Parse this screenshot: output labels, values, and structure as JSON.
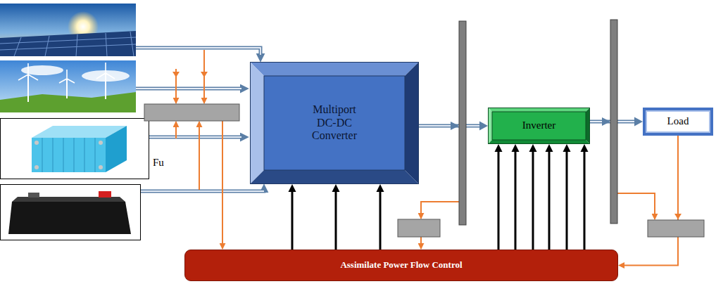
{
  "diagram": {
    "nodes": [
      {
        "text": [
          "Multiport DC-DC Converter"
        ]
      },
      {
        "text": [
          "Inverter"
        ]
      },
      {
        "text": [
          "Load"
        ]
      },
      {
        "text": [
          "Assimilate Power Flow Control"
        ]
      }
    ],
    "edges": [
      {
        "from": 0,
        "to": 1,
        "arrow": "to"
      },
      {
        "from": 1,
        "to": 2,
        "arrow": "to"
      },
      {
        "from": 3,
        "to": 0,
        "arrow": "to"
      },
      {
        "from": 3,
        "to": 0,
        "arrow": "to"
      },
      {
        "from": 3,
        "to": 0,
        "arrow": "to"
      },
      {
        "from": 3,
        "to": 1,
        "arrow": "to"
      },
      {
        "from": 3,
        "to": 1,
        "arrow": "to"
      },
      {
        "from": 3,
        "to": 1,
        "arrow": "to"
      },
      {
        "from": 3,
        "to": 1,
        "arrow": "to"
      },
      {
        "from": 3,
        "to": 1,
        "arrow": "to"
      },
      {
        "from": 3,
        "to": 1,
        "arrow": "to"
      },
      {
        "from": 2,
        "to": 3,
        "arrow": "to"
      }
    ],
    "labels": [
      "Fu"
    ]
  }
}
